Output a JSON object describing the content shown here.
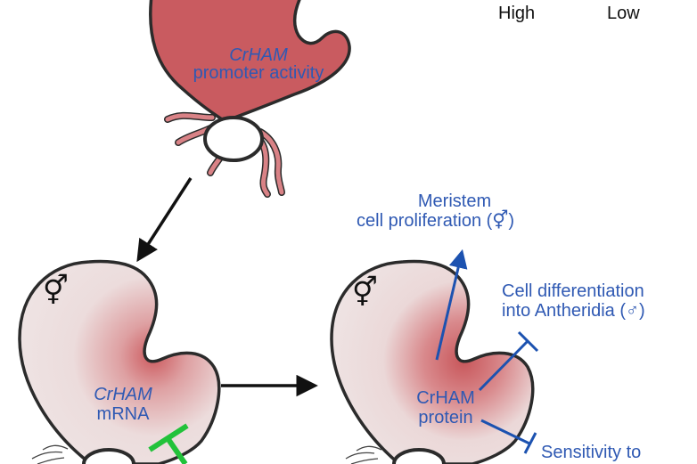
{
  "legend": {
    "high": "High",
    "low": "Low"
  },
  "top_gametophyte": {
    "gene": "CrHAM",
    "description": "promoter activity"
  },
  "left_gametophyte": {
    "sex_symbol": "⚥",
    "gene": "CrHAM",
    "description": "mRNA"
  },
  "right_gametophyte": {
    "sex_symbol": "⚥",
    "protein_line1": "CrHAM",
    "protein_line2": "protein"
  },
  "outcomes": {
    "meristem_line1": "Meristem",
    "meristem_line2": "cell proliferation (⚥)",
    "differentiation_line1": "Cell differentiation",
    "differentiation_line2": "into Antheridia (♂)",
    "sensitivity_line1": "Sensitivity to"
  },
  "colors": {
    "high": "#c8565a",
    "low": "#ecdcdc",
    "outline": "#2b2b2b",
    "label_blue": "#2f59b3",
    "arrow_blue": "#1c52b0",
    "inhibit_green": "#22c23a",
    "rhizoid": "#d07a7e"
  }
}
